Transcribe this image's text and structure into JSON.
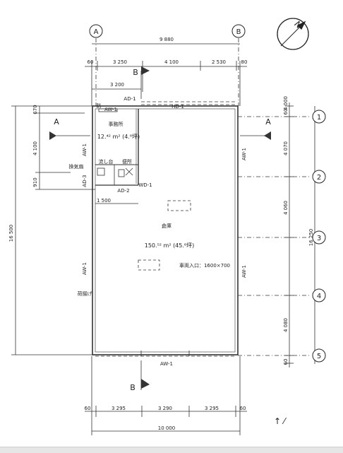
{
  "grid": {
    "col_a": "A",
    "col_b": "B",
    "row_1": "1",
    "row_2": "2",
    "row_3": "3",
    "row_4": "4",
    "row_5": "5"
  },
  "north_label": "N",
  "dims_top": {
    "overall": "9 880",
    "seg_1": "60",
    "seg_2": "3 250",
    "seg_3": "4 100",
    "seg_4": "2 530",
    "seg_5": "80",
    "sub": "3 200"
  },
  "dims_bottom": {
    "overall": "10 000",
    "seg_1": "60",
    "seg_2": "3 295",
    "seg_3": "3 290",
    "seg_4": "3 295",
    "seg_5": "60"
  },
  "dims_left": {
    "overall": "16 500",
    "d1": "670",
    "d2": "4 100",
    "d3": "910",
    "inner": "1 500"
  },
  "dims_right": {
    "overall": "16 250",
    "d1": "60",
    "d2": "4 070",
    "d3": "4 060",
    "d4": "4 080",
    "d5": "60",
    "d6": "4 000"
  },
  "section_marks": {
    "a_left": "A",
    "a_right": "A",
    "b_top": "B",
    "b_bottom": "B"
  },
  "tags": {
    "ad1": "AD-1",
    "aw1_office_top": "AW-1",
    "hd1": "HD-1",
    "aw1_office_left": "AW-1",
    "ad3": "AD-3",
    "ad2": "AD-2",
    "wd1": "WD-1",
    "aw1_left_lower": "AW-1",
    "aw1_right_upper": "AW-1",
    "aw1_right_lower": "AW-1",
    "aw1_bottom": "AW-1",
    "hanging_label": "荷揚げ",
    "exhaust_label": "換気扇",
    "label_small": "防"
  },
  "rooms": {
    "office": "事務所",
    "office_area": "12.⁴² m² (4.⁶坪)",
    "sink_label": "流し台",
    "wc_label": "便所",
    "warehouse": "倉庫",
    "warehouse_area": "150.⁵² m² (45.⁶坪)",
    "opening_note": "車両入口：1600×700"
  }
}
